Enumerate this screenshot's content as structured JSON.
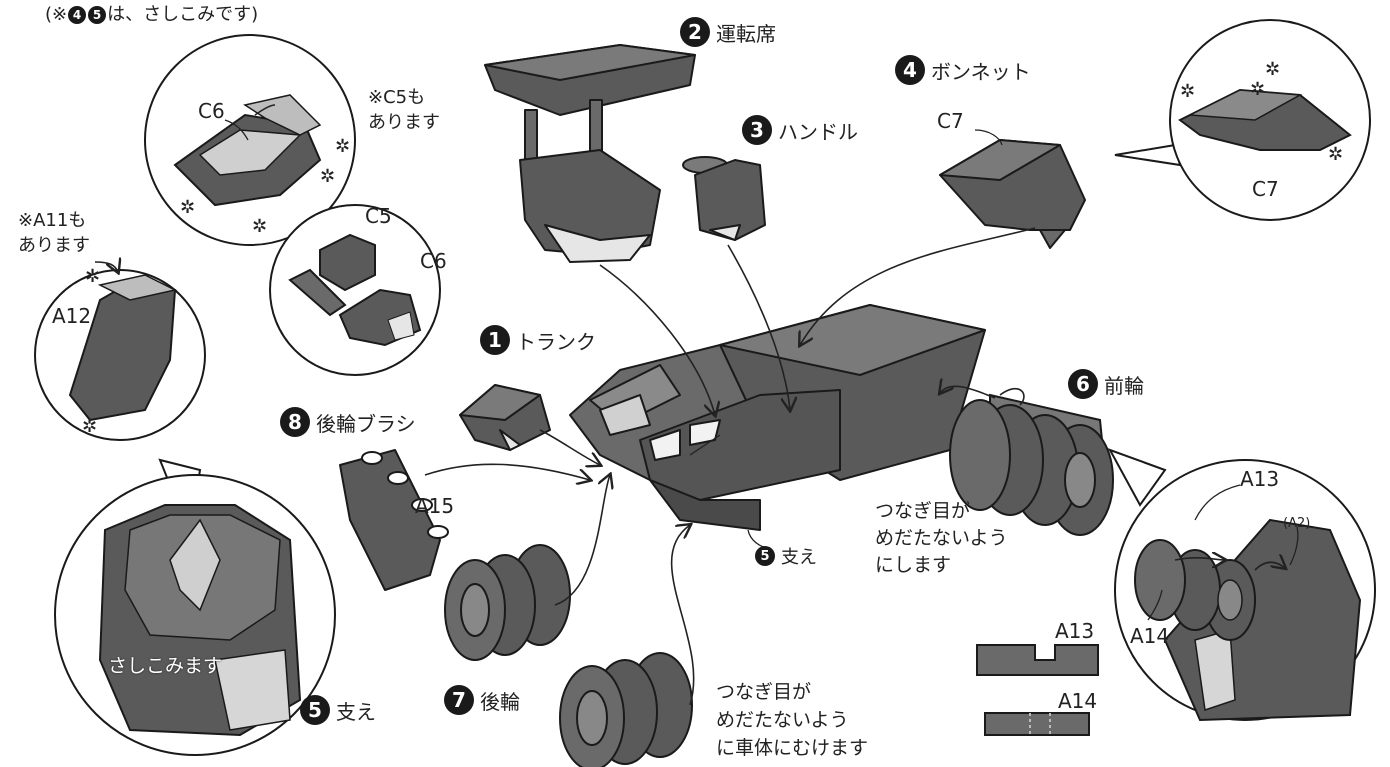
{
  "intro_note": {
    "prefix": "(※",
    "b1": "4",
    "b2": "5",
    "suffix": "は、さしこみです)"
  },
  "steps": [
    {
      "num": "1",
      "label": "トランク"
    },
    {
      "num": "2",
      "label": "運転席"
    },
    {
      "num": "3",
      "label": "ハンドル"
    },
    {
      "num": "4",
      "label": "ボンネット"
    },
    {
      "num": "5",
      "label": "支え"
    },
    {
      "num": "6",
      "label": "前輪"
    },
    {
      "num": "7",
      "label": "後輪"
    },
    {
      "num": "8",
      "label": "後輪ブラシ"
    }
  ],
  "sub_step": {
    "num": "5",
    "label": "支え"
  },
  "notes": {
    "c5_also_line1": "※C5も",
    "c5_also_line2": "あります",
    "a11_also_line1": "※A11も",
    "a11_also_line2": "あります",
    "insert": "さしこみます",
    "seam_front_1": "つなぎ目が",
    "seam_front_2": "めだたないよう",
    "seam_front_3": "にします",
    "seam_rear_1": "つなぎ目が",
    "seam_rear_2": "めだたないよう",
    "seam_rear_3": "に車体にむけます"
  },
  "part_labels": {
    "c6_top": "C6",
    "c5": "C5",
    "c6_bottom": "C6",
    "c7_main": "C7",
    "c7_zoom": "C7",
    "a12": "A12",
    "a15": "A15",
    "a13_zoom": "A13",
    "a2": "(A2)",
    "a14_zoom": "A14",
    "a13_part": "A13",
    "a14_part": "A14"
  },
  "colors": {
    "part_dark": "#5a5a5a",
    "part_mid": "#8a8a8a",
    "part_light": "#c8c8c8",
    "outline": "#1a1a1a"
  }
}
